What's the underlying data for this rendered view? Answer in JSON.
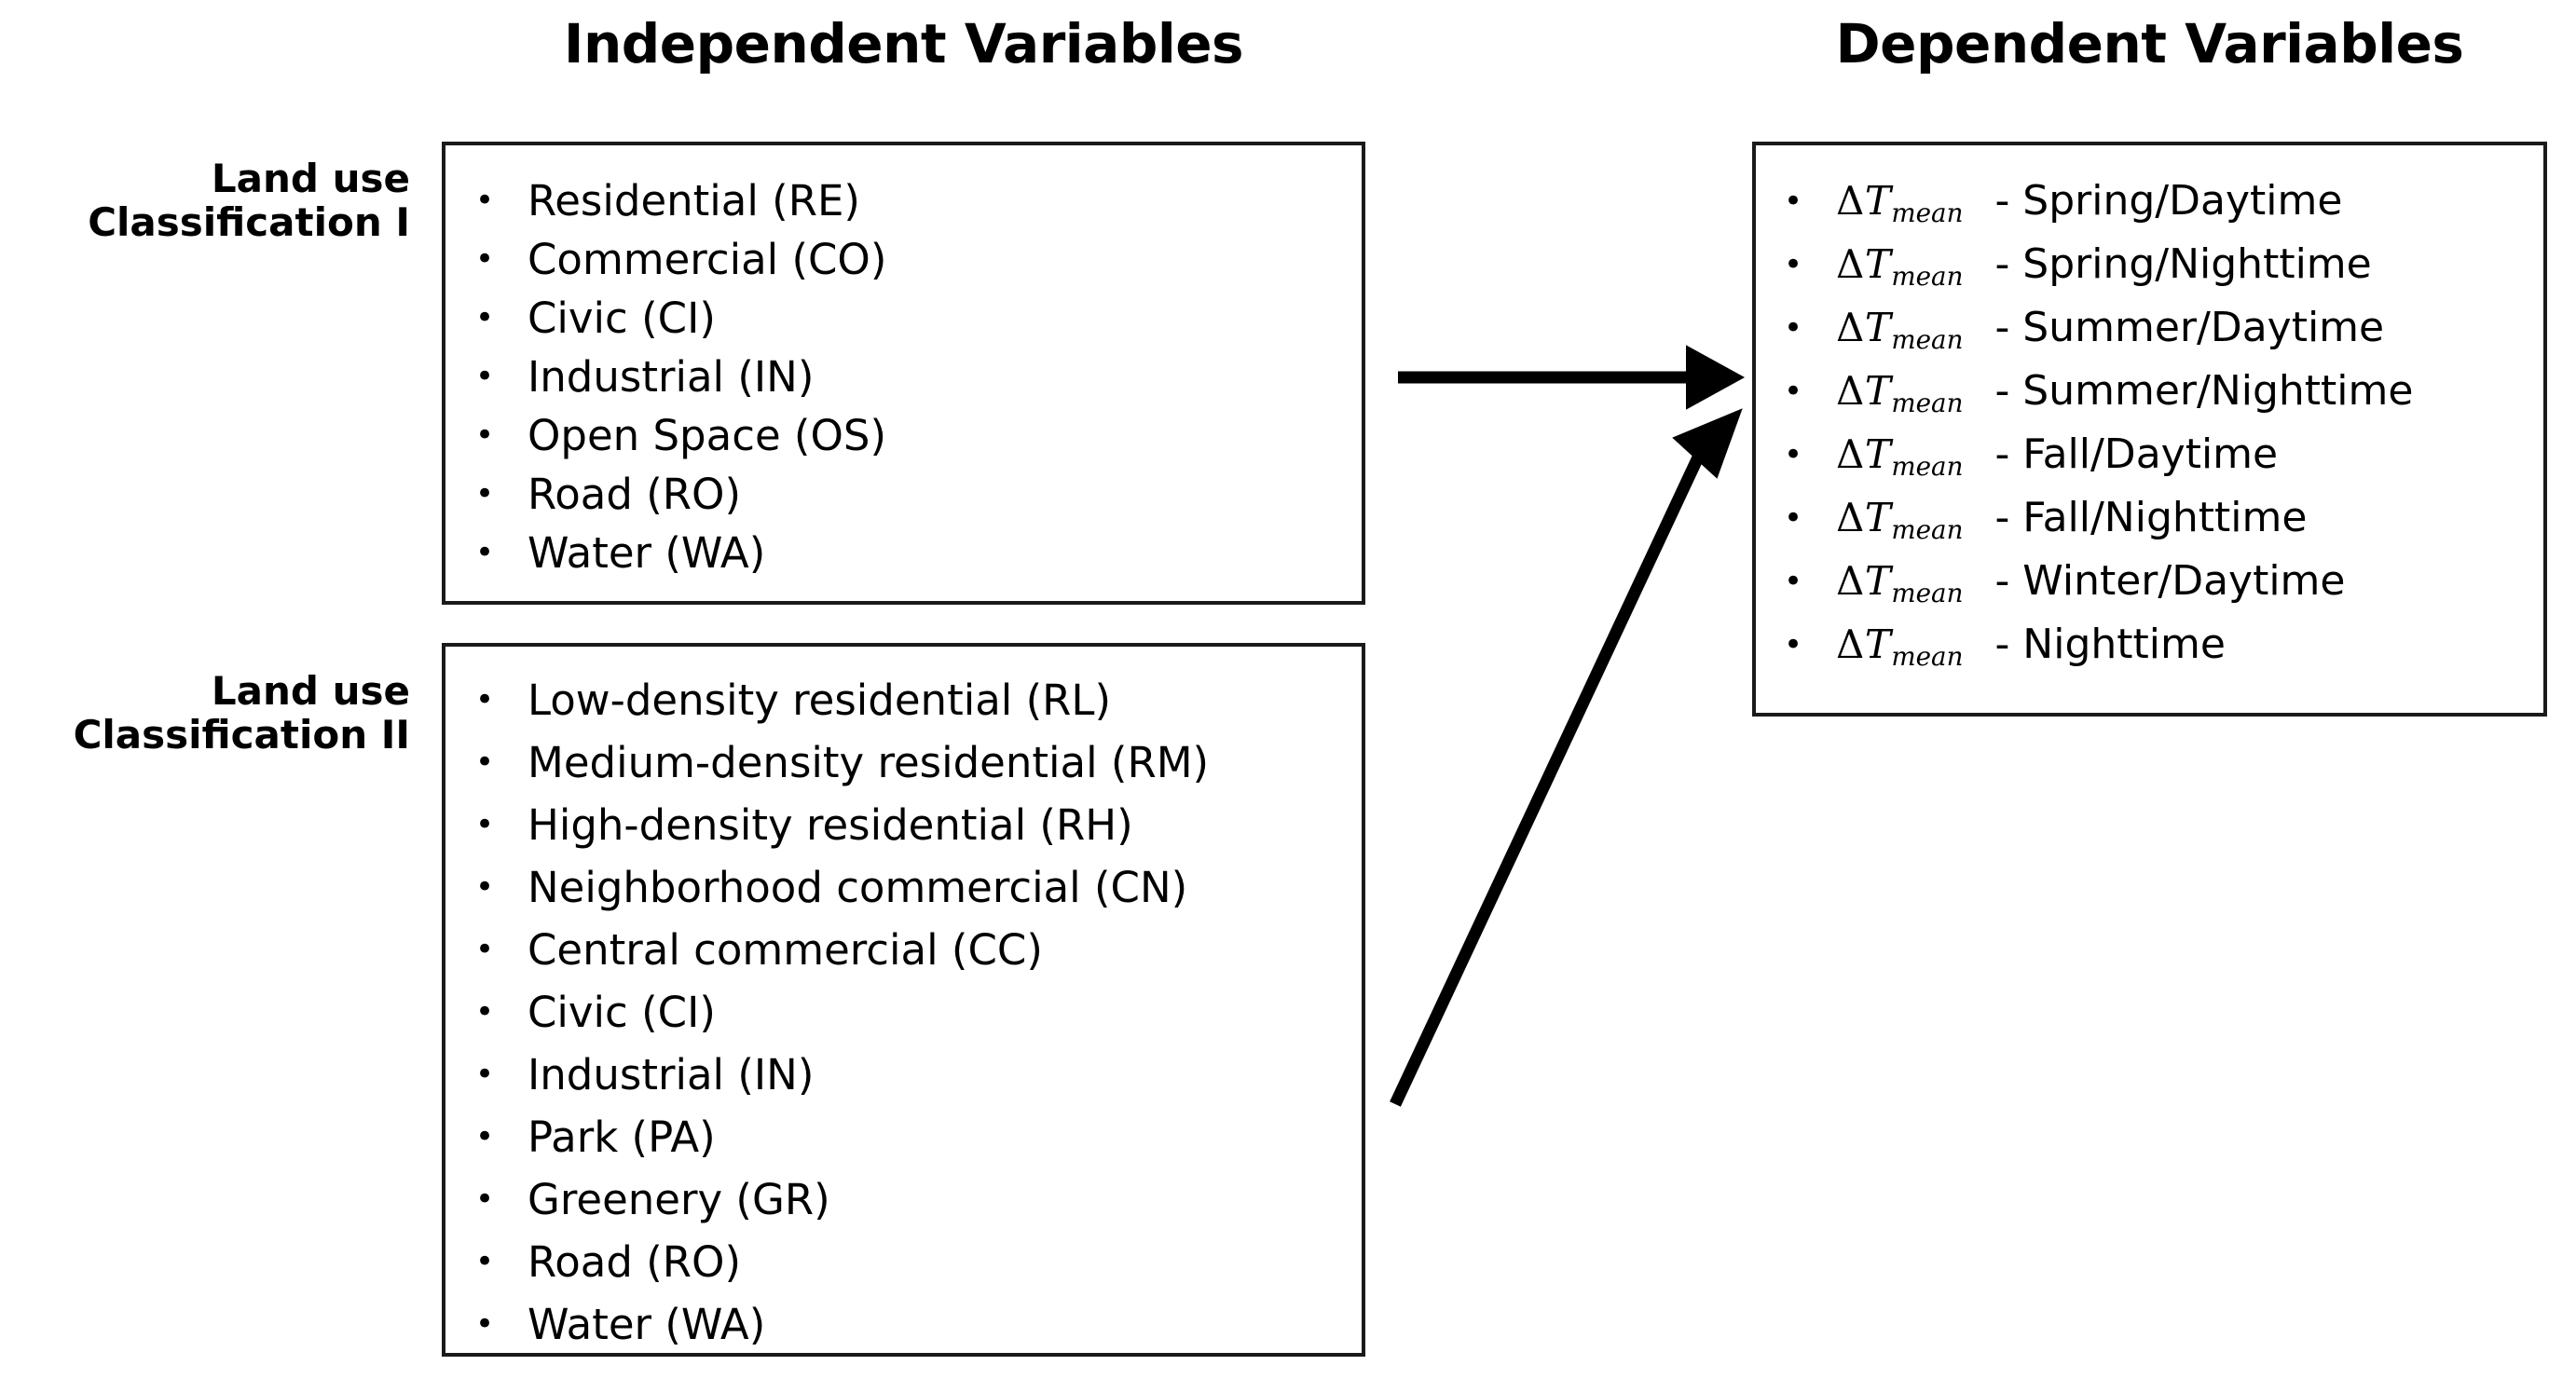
{
  "headings": {
    "independent": "Independent Variables",
    "dependent": "Dependent Variables"
  },
  "side_labels": {
    "classification_1": "Land use\nClassification I",
    "classification_1_line1": "Land use",
    "classification_1_line2": "Classification I",
    "classification_2_line1": "Land use",
    "classification_2_line2": "Classification II"
  },
  "bullet_glyph": "•",
  "independent": {
    "classification_1": [
      "Residential (RE)",
      "Commercial (CO)",
      "Civic (CI)",
      "Industrial (IN)",
      "Open Space (OS)",
      "Road (RO)",
      "Water (WA)"
    ],
    "classification_2": [
      "Low-density residential (RL)",
      "Medium-density residential (RM)",
      "High-density residential (RH)",
      "Neighborhood commercial (CN)",
      "Central commercial (CC)",
      "Civic (CI)",
      "Industrial (IN)",
      "Park (PA)",
      "Greenery (GR)",
      "Road (RO)",
      "Water (WA)"
    ]
  },
  "dependent": {
    "symbol_delta": "Δ",
    "symbol_var": "T",
    "symbol_subscript": "mean",
    "separator": "-",
    "items": [
      "Spring/Daytime",
      "Spring/Nighttime",
      "Summer/Daytime",
      "Summer/Nighttime",
      "Fall/Daytime",
      "Fall/Nighttime",
      "Winter/Daytime",
      "Nighttime"
    ]
  },
  "colors": {
    "ink": "#000000",
    "box_border": "#1a1a1a",
    "background": "#ffffff"
  }
}
